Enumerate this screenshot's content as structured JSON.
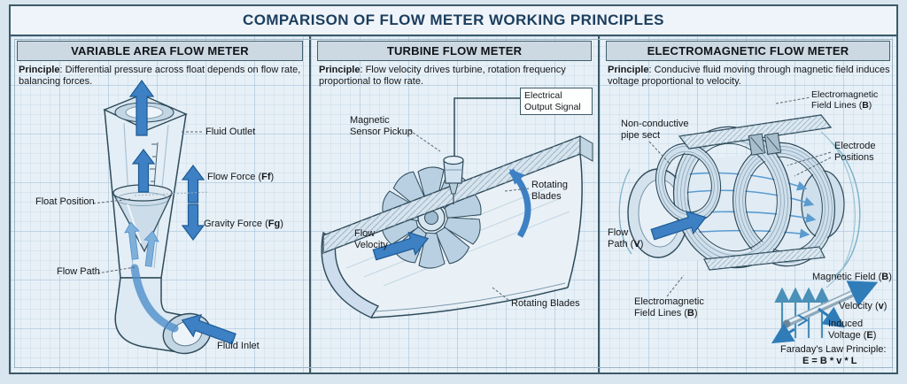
{
  "title": "COMPARISON OF FLOW METER WORKING PRINCIPLES",
  "colors": {
    "frame": "#3c5a68",
    "header_bg": "#ccd8e2",
    "title_text": "#1c3e5e",
    "arrow_blue": "#3d80c4",
    "light_arrow_blue": "#7fb0da",
    "field_line_blue": "#5b9bd0",
    "panel_bg": "#e7f0f7"
  },
  "panels": [
    {
      "header": "VARIABLE AREA FLOW METER",
      "principle_label": "Principle",
      "principle_text": ": Differential pressure across float depends on flow rate, balancing forces.",
      "labels": {
        "fluid_outlet": "Fluid Outlet",
        "flow_force": {
          "pre": "Flow Force (",
          "b": "Ff",
          "post": ")"
        },
        "float_position": "Float Position",
        "gravity_force": {
          "pre": "Gravity Force (",
          "b": "Fg",
          "post": ")"
        },
        "flow_path": "Flow Path",
        "fluid_inlet": "Fluid Inlet"
      }
    },
    {
      "header": "TURBINE FLOW METER",
      "principle_label": "Principle",
      "principle_text": ": Flow velocity drives turbine, rotation frequency proportional to flow rate.",
      "labels": {
        "electrical_output": "Electrical Output Signal",
        "magnetic_sensor": "Magnetic Sensor Pickup",
        "rotating_blades_top": "Rotating Blades",
        "flow_velocity": "Flow Velocity",
        "rotating_blades_bottom": "Rotating Blades"
      }
    },
    {
      "header": "ELECTROMAGNETIC FLOW METER",
      "principle_label": "Principle",
      "principle_text": ": Conducive fluid moving through magnetic field induces voltage proportional to velocity.",
      "labels": {
        "em_field_top": {
          "pre": "Electromagnetic Field Lines (",
          "b": "B",
          "post": ")"
        },
        "non_conductive": "Non-conductive pipe sect",
        "electrode_positions": "Electrode Positions",
        "flow_path": {
          "pre": "Flow Path (",
          "b": "V",
          "post": ")"
        },
        "em_field_bottom": {
          "pre": "Electromagnetic Field Lines (",
          "b": "B",
          "post": ")"
        },
        "magnetic_field": {
          "pre": "Magnetic Field (",
          "b": "B",
          "post": ")"
        },
        "velocity": {
          "pre": "Velocity (",
          "b": "v",
          "post": ")"
        },
        "induced_voltage": {
          "pre": "Induced Voltage (",
          "b": "E",
          "post": ")"
        },
        "faraday_title": "Faraday's Law Principle:",
        "faraday_formula": "E = B * v * L"
      }
    }
  ]
}
